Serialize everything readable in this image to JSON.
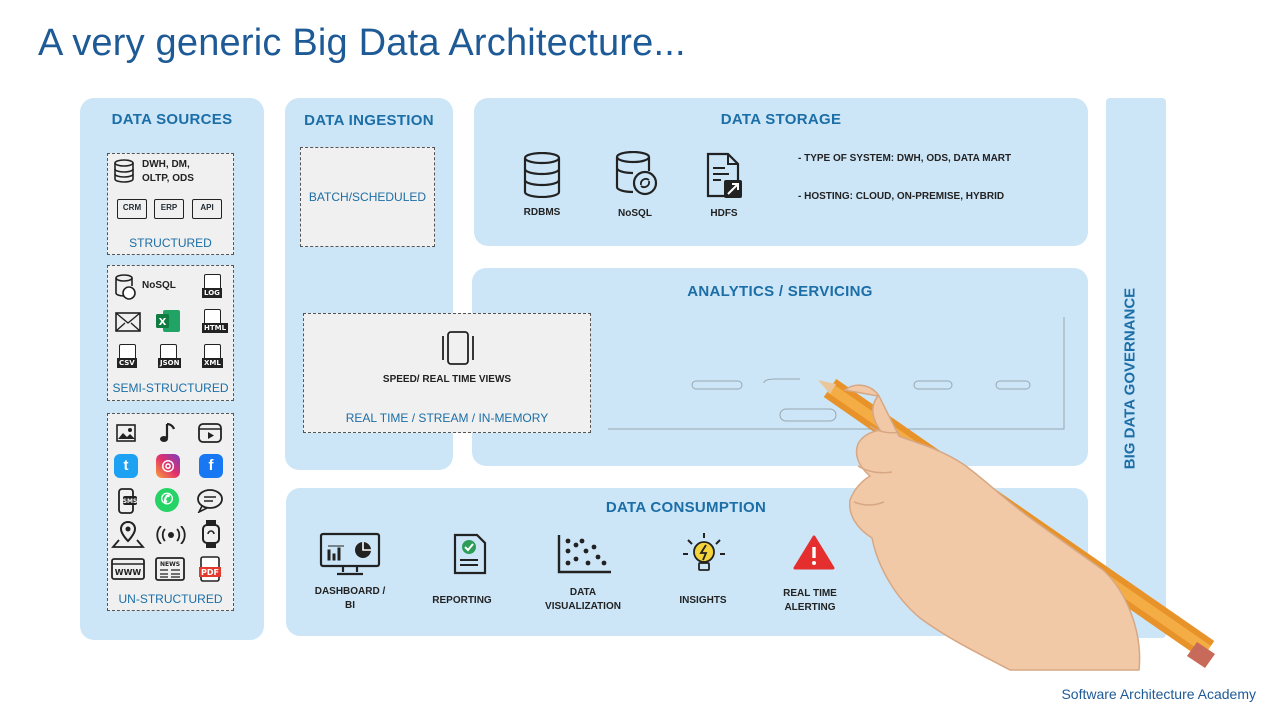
{
  "title": "A very generic Big Data Architecture...",
  "footer": "Software Architecture Academy",
  "data_sources": {
    "title": "DATA SOURCES",
    "structured": {
      "label": "STRUCTURED",
      "db_text_1": "DWH, DM,",
      "db_text_2": "OLTP, ODS",
      "crm": "CRM",
      "erp": "ERP",
      "api": "API"
    },
    "semi_structured": {
      "label": "SEMI-STRUCTURED",
      "nosql": "NoSQL",
      "log": "LOG",
      "html": "HTML",
      "csv": "CSV",
      "json": "JSON",
      "xml": "XML"
    },
    "unstructured": {
      "label": "UN-STRUCTURED",
      "sms": "SMS",
      "www": "WWW",
      "news": "NEWS",
      "pdf": "PDF"
    }
  },
  "data_ingestion": {
    "title": "DATA INGESTION",
    "batch": "BATCH/SCHEDULED",
    "speed": "SPEED/ REAL TIME VIEWS",
    "realtime": "REAL TIME / STREAM / IN-MEMORY"
  },
  "data_storage": {
    "title": "DATA STORAGE",
    "items": [
      "RDBMS",
      "NoSQL",
      "HDFS"
    ],
    "notes": [
      "- TYPE OF SYSTEM: DWH, ODS, DATA MART",
      "- HOSTING: CLOUD, ON-PREMISE, HYBRID"
    ]
  },
  "analytics": {
    "title": "ANALYTICS / SERVICING"
  },
  "data_consumption": {
    "title": "DATA CONSUMPTION",
    "items": [
      {
        "line1": "DASHBOARD /",
        "line2": "BI"
      },
      {
        "line1": "REPORTING",
        "line2": ""
      },
      {
        "line1": "DATA",
        "line2": "VISUALIZATION"
      },
      {
        "line1": "INSIGHTS",
        "line2": ""
      },
      {
        "line1": "REAL TIME",
        "line2": "ALERTING"
      }
    ]
  },
  "governance": {
    "title": "BIG DATA GOVERNANCE"
  },
  "colors": {
    "panel": "#cce6f8",
    "accent": "#1b6ea6",
    "title": "#1e5a96",
    "pencil": "#f0a030"
  }
}
